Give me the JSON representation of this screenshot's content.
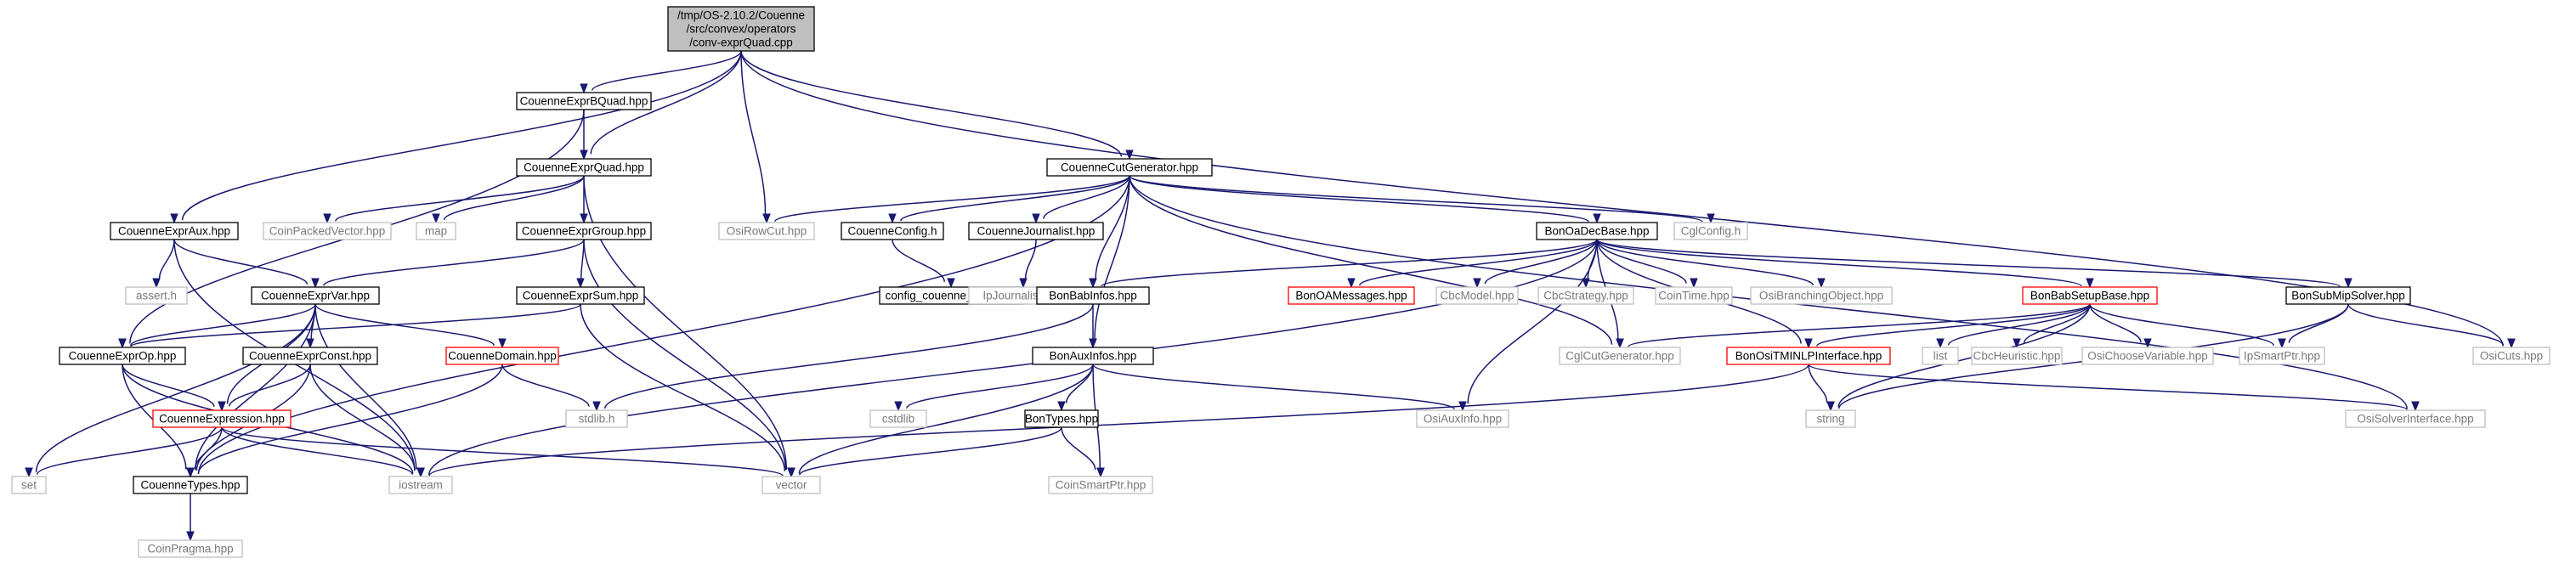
{
  "colors": {
    "edge": "#191970",
    "root_fill": "#bfbfbf",
    "node_border_normal": "#000000",
    "node_border_incomplete": "#ff0000",
    "node_border_external": "#bfbfbf",
    "text_external": "#7a7a7a"
  },
  "nodes": [
    {
      "id": "root",
      "lines": [
        "/tmp/OS-2.10.2/Couenne",
        "/src/convex/operators",
        "/conv-exprQuad.cpp"
      ],
      "kind": "root"
    },
    {
      "id": "bquad",
      "lines": [
        "CouenneExprBQuad.hpp"
      ],
      "kind": "normal"
    },
    {
      "id": "quad",
      "lines": [
        "CouenneExprQuad.hpp"
      ],
      "kind": "normal"
    },
    {
      "id": "cutgen",
      "lines": [
        "CouenneCutGenerator.hpp"
      ],
      "kind": "normal"
    },
    {
      "id": "oscuts",
      "lines": [
        "OsiCuts.hpp"
      ],
      "kind": "external"
    },
    {
      "id": "aux",
      "lines": [
        "CouenneExprAux.hpp"
      ],
      "kind": "normal"
    },
    {
      "id": "cpv",
      "lines": [
        "CoinPackedVector.hpp"
      ],
      "kind": "external"
    },
    {
      "id": "map",
      "lines": [
        "map"
      ],
      "kind": "external"
    },
    {
      "id": "group",
      "lines": [
        "CouenneExprGroup.hpp"
      ],
      "kind": "normal"
    },
    {
      "id": "rowcut",
      "lines": [
        "OsiRowCut.hpp"
      ],
      "kind": "external"
    },
    {
      "id": "config",
      "lines": [
        "CouenneConfig.h"
      ],
      "kind": "normal"
    },
    {
      "id": "journalist",
      "lines": [
        "CouenneJournalist.hpp"
      ],
      "kind": "normal"
    },
    {
      "id": "oadec",
      "lines": [
        "BonOaDecBase.hpp"
      ],
      "kind": "normal"
    },
    {
      "id": "cglconfig",
      "lines": [
        "CglConfig.h"
      ],
      "kind": "external"
    },
    {
      "id": "asserth",
      "lines": [
        "assert.h"
      ],
      "kind": "external"
    },
    {
      "id": "var",
      "lines": [
        "CouenneExprVar.hpp"
      ],
      "kind": "normal"
    },
    {
      "id": "sum",
      "lines": [
        "CouenneExprSum.hpp"
      ],
      "kind": "normal"
    },
    {
      "id": "cfgdef",
      "lines": [
        "config_couenne_default.h"
      ],
      "kind": "normal"
    },
    {
      "id": "ipjournal",
      "lines": [
        "IpJournalist.hpp"
      ],
      "kind": "external"
    },
    {
      "id": "babinfos",
      "lines": [
        "BonBabInfos.hpp"
      ],
      "kind": "normal"
    },
    {
      "id": "oamsg",
      "lines": [
        "BonOAMessages.hpp"
      ],
      "kind": "incomplete"
    },
    {
      "id": "cbcmodel",
      "lines": [
        "CbcModel.hpp"
      ],
      "kind": "external"
    },
    {
      "id": "cbcstrat",
      "lines": [
        "CbcStrategy.hpp"
      ],
      "kind": "external"
    },
    {
      "id": "cointime",
      "lines": [
        "CoinTime.hpp"
      ],
      "kind": "external"
    },
    {
      "id": "osibranch",
      "lines": [
        "OsiBranchingObject.hpp"
      ],
      "kind": "external"
    },
    {
      "id": "babsetup",
      "lines": [
        "BonBabSetupBase.hpp"
      ],
      "kind": "incomplete"
    },
    {
      "id": "submip",
      "lines": [
        "BonSubMipSolver.hpp"
      ],
      "kind": "normal"
    },
    {
      "id": "exprop",
      "lines": [
        "CouenneExprOp.hpp"
      ],
      "kind": "normal"
    },
    {
      "id": "const",
      "lines": [
        "CouenneExprConst.hpp"
      ],
      "kind": "normal"
    },
    {
      "id": "domain",
      "lines": [
        "CouenneDomain.hpp"
      ],
      "kind": "incomplete"
    },
    {
      "id": "auxinfos",
      "lines": [
        "BonAuxInfos.hpp"
      ],
      "kind": "normal"
    },
    {
      "id": "cglcutgen",
      "lines": [
        "CglCutGenerator.hpp"
      ],
      "kind": "external"
    },
    {
      "id": "tminlp",
      "lines": [
        "BonOsiTMINLPInterface.hpp"
      ],
      "kind": "incomplete"
    },
    {
      "id": "list",
      "lines": [
        "list"
      ],
      "kind": "external"
    },
    {
      "id": "cbcheur",
      "lines": [
        "CbcHeuristic.hpp"
      ],
      "kind": "external"
    },
    {
      "id": "osichoose",
      "lines": [
        "OsiChooseVariable.hpp"
      ],
      "kind": "external"
    },
    {
      "id": "ipsmart",
      "lines": [
        "IpSmartPtr.hpp"
      ],
      "kind": "external"
    },
    {
      "id": "expression",
      "lines": [
        "CouenneExpression.hpp"
      ],
      "kind": "incomplete"
    },
    {
      "id": "stdlib",
      "lines": [
        "stdlib.h"
      ],
      "kind": "external"
    },
    {
      "id": "cstdlib",
      "lines": [
        "cstdlib"
      ],
      "kind": "external"
    },
    {
      "id": "bontypes",
      "lines": [
        "BonTypes.hpp"
      ],
      "kind": "normal"
    },
    {
      "id": "osiauxinfo",
      "lines": [
        "OsiAuxInfo.hpp"
      ],
      "kind": "external"
    },
    {
      "id": "string",
      "lines": [
        "string"
      ],
      "kind": "external"
    },
    {
      "id": "osisolver",
      "lines": [
        "OsiSolverInterface.hpp"
      ],
      "kind": "external"
    },
    {
      "id": "set",
      "lines": [
        "set"
      ],
      "kind": "external"
    },
    {
      "id": "types",
      "lines": [
        "CouenneTypes.hpp"
      ],
      "kind": "normal"
    },
    {
      "id": "iostream",
      "lines": [
        "iostream"
      ],
      "kind": "external"
    },
    {
      "id": "vector",
      "lines": [
        "vector"
      ],
      "kind": "external"
    },
    {
      "id": "coinsmart",
      "lines": [
        "CoinSmartPtr.hpp"
      ],
      "kind": "external"
    },
    {
      "id": "pragma",
      "lines": [
        "CoinPragma.hpp"
      ],
      "kind": "external"
    }
  ],
  "edges": [
    [
      "root",
      "bquad"
    ],
    [
      "root",
      "quad"
    ],
    [
      "root",
      "cutgen"
    ],
    [
      "root",
      "oscuts"
    ],
    [
      "root",
      "aux"
    ],
    [
      "root",
      "rowcut"
    ],
    [
      "bquad",
      "quad"
    ],
    [
      "bquad",
      "exprop"
    ],
    [
      "quad",
      "cpv"
    ],
    [
      "quad",
      "map"
    ],
    [
      "quad",
      "group"
    ],
    [
      "quad",
      "vector"
    ],
    [
      "cutgen",
      "rowcut"
    ],
    [
      "cutgen",
      "config"
    ],
    [
      "cutgen",
      "journalist"
    ],
    [
      "cutgen",
      "oadec"
    ],
    [
      "cutgen",
      "cglconfig"
    ],
    [
      "cutgen",
      "babinfos"
    ],
    [
      "cutgen",
      "auxinfos"
    ],
    [
      "cutgen",
      "cglcutgen"
    ],
    [
      "cutgen",
      "osisolver"
    ],
    [
      "cutgen",
      "types"
    ],
    [
      "aux",
      "asserth"
    ],
    [
      "aux",
      "var"
    ],
    [
      "aux",
      "iostream"
    ],
    [
      "group",
      "var"
    ],
    [
      "group",
      "sum"
    ],
    [
      "group",
      "vector"
    ],
    [
      "config",
      "cfgdef"
    ],
    [
      "journalist",
      "ipjournal"
    ],
    [
      "oadec",
      "babinfos"
    ],
    [
      "oadec",
      "oamsg"
    ],
    [
      "oadec",
      "cbcmodel"
    ],
    [
      "oadec",
      "cbcstrat"
    ],
    [
      "oadec",
      "cointime"
    ],
    [
      "oadec",
      "osibranch"
    ],
    [
      "oadec",
      "babsetup"
    ],
    [
      "oadec",
      "submip"
    ],
    [
      "oadec",
      "cglcutgen"
    ],
    [
      "oadec",
      "tminlp"
    ],
    [
      "oadec",
      "iostream"
    ],
    [
      "oadec",
      "osiauxinfo"
    ],
    [
      "var",
      "exprop"
    ],
    [
      "var",
      "const"
    ],
    [
      "var",
      "domain"
    ],
    [
      "var",
      "expression"
    ],
    [
      "var",
      "set"
    ],
    [
      "var",
      "types"
    ],
    [
      "var",
      "iostream"
    ],
    [
      "sum",
      "exprop"
    ],
    [
      "sum",
      "vector"
    ],
    [
      "babinfos",
      "auxinfos"
    ],
    [
      "babinfos",
      "stdlib"
    ],
    [
      "babsetup",
      "cglcutgen"
    ],
    [
      "babsetup",
      "list"
    ],
    [
      "babsetup",
      "cbcheur"
    ],
    [
      "babsetup",
      "osichoose"
    ],
    [
      "babsetup",
      "ipsmart"
    ],
    [
      "babsetup",
      "string"
    ],
    [
      "babsetup",
      "tminlp"
    ],
    [
      "submip",
      "oscuts"
    ],
    [
      "submip",
      "ipsmart"
    ],
    [
      "submip",
      "string"
    ],
    [
      "exprop",
      "expression"
    ],
    [
      "exprop",
      "types"
    ],
    [
      "exprop",
      "iostream"
    ],
    [
      "const",
      "expression"
    ],
    [
      "const",
      "types"
    ],
    [
      "const",
      "iostream"
    ],
    [
      "domain",
      "stdlib"
    ],
    [
      "domain",
      "types"
    ],
    [
      "auxinfos",
      "cstdlib"
    ],
    [
      "auxinfos",
      "bontypes"
    ],
    [
      "auxinfos",
      "osiauxinfo"
    ],
    [
      "auxinfos",
      "vector"
    ],
    [
      "auxinfos",
      "coinsmart"
    ],
    [
      "tminlp",
      "string"
    ],
    [
      "tminlp",
      "osisolver"
    ],
    [
      "tminlp",
      "iostream"
    ],
    [
      "expression",
      "set"
    ],
    [
      "expression",
      "types"
    ],
    [
      "expression",
      "iostream"
    ],
    [
      "expression",
      "vector"
    ],
    [
      "bontypes",
      "vector"
    ],
    [
      "bontypes",
      "coinsmart"
    ],
    [
      "types",
      "pragma"
    ]
  ]
}
